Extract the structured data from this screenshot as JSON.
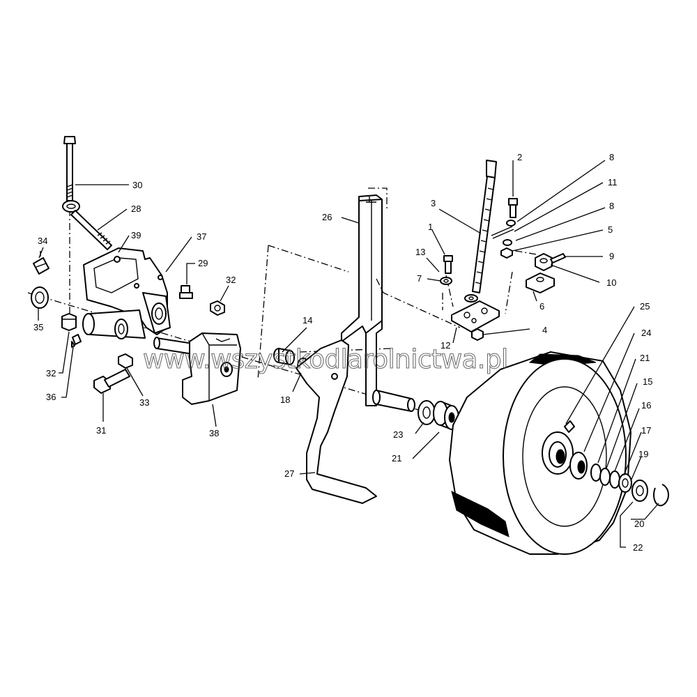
{
  "watermark": "www.wszystkodlarolnictwa.pl",
  "callouts": [
    {
      "id": "c1",
      "label": "1"
    },
    {
      "id": "c2",
      "label": "2"
    },
    {
      "id": "c3",
      "label": "3"
    },
    {
      "id": "c4",
      "label": "4"
    },
    {
      "id": "c5",
      "label": "5"
    },
    {
      "id": "c6",
      "label": "6"
    },
    {
      "id": "c7",
      "label": "7"
    },
    {
      "id": "c8a",
      "label": "8"
    },
    {
      "id": "c8b",
      "label": "8"
    },
    {
      "id": "c9",
      "label": "9"
    },
    {
      "id": "c10",
      "label": "10"
    },
    {
      "id": "c11",
      "label": "11"
    },
    {
      "id": "c12",
      "label": "12"
    },
    {
      "id": "c13",
      "label": "13"
    },
    {
      "id": "c14",
      "label": "14"
    },
    {
      "id": "c15",
      "label": "15"
    },
    {
      "id": "c16",
      "label": "16"
    },
    {
      "id": "c17",
      "label": "17"
    },
    {
      "id": "c18",
      "label": "18"
    },
    {
      "id": "c19",
      "label": "19"
    },
    {
      "id": "c20",
      "label": "20"
    },
    {
      "id": "c21a",
      "label": "21"
    },
    {
      "id": "c21b",
      "label": "21"
    },
    {
      "id": "c22",
      "label": "22"
    },
    {
      "id": "c23",
      "label": "23"
    },
    {
      "id": "c24",
      "label": "24"
    },
    {
      "id": "c25",
      "label": "25"
    },
    {
      "id": "c26",
      "label": "26"
    },
    {
      "id": "c27",
      "label": "27"
    },
    {
      "id": "c28",
      "label": "28"
    },
    {
      "id": "c29",
      "label": "29"
    },
    {
      "id": "c30",
      "label": "30"
    },
    {
      "id": "c31",
      "label": "31"
    },
    {
      "id": "c32a",
      "label": "32"
    },
    {
      "id": "c32b",
      "label": "32"
    },
    {
      "id": "c33",
      "label": "33"
    },
    {
      "id": "c34",
      "label": "34"
    },
    {
      "id": "c35",
      "label": "35"
    },
    {
      "id": "c36",
      "label": "36"
    },
    {
      "id": "c37",
      "label": "37"
    },
    {
      "id": "c38",
      "label": "38"
    },
    {
      "id": "c39",
      "label": "39"
    }
  ]
}
